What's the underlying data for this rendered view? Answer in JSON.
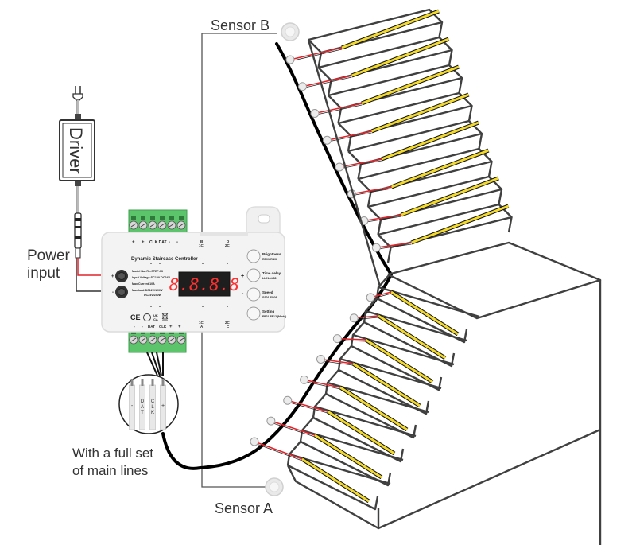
{
  "title": "Dynamic staircase LED wiring diagram",
  "labels": {
    "driver": "Driver",
    "power_input_line1": "Power",
    "power_input_line2": "input",
    "sensor_a": "Sensor A",
    "sensor_b": "Sensor B",
    "main_lines_line1": "With a full set",
    "main_lines_line2": "of main lines"
  },
  "cable_callout": {
    "wires": [
      "-",
      "DAT",
      "CLK",
      "+"
    ]
  },
  "controller": {
    "name": "Dynamic Staircase Controller",
    "display": "8.8.8.8",
    "spec_lines": [
      "Model No.:RL-STEP-03",
      "Input Voltage:DC12V-DC24V",
      "Max Current:10A",
      "Max load:DC12V/120W",
      "DC24V/240W"
    ],
    "top_terminal_labels": [
      "+",
      "+",
      "CLK DAT",
      "-",
      "-"
    ],
    "bottom_terminal_labels": [
      "-",
      "-",
      "DAT",
      "CLK",
      "+",
      "+"
    ],
    "sensor_port_top": [
      "B\n1C",
      "D\n2C"
    ],
    "sensor_port_bottom": [
      "1C\nA",
      "2C\nC"
    ],
    "power_polarity": [
      "+",
      "-"
    ],
    "side_polarity": [
      "+",
      "-"
    ],
    "cert_marks": [
      "CE",
      "RoHS",
      "UK CA",
      "WEEE"
    ],
    "buttons": [
      {
        "label": "Brightness",
        "sub": "RB01-RB08"
      },
      {
        "label": "Time delay",
        "sub": "LL01-LL08"
      },
      {
        "label": "Speed",
        "sub": "SS01-SS09"
      },
      {
        "label": "Setting",
        "sub": "FP01-FP12 (Mode)"
      }
    ]
  },
  "staircase": {
    "upper_flight_steps": 8,
    "lower_flight_steps": 8,
    "strip_color": "#f2d92a",
    "wire_color": "#e0242a",
    "main_cable_color": "#000000"
  },
  "colors": {
    "terminal_green": "#5cc46b",
    "display_red": "#ff3030",
    "outline": "#404040"
  }
}
